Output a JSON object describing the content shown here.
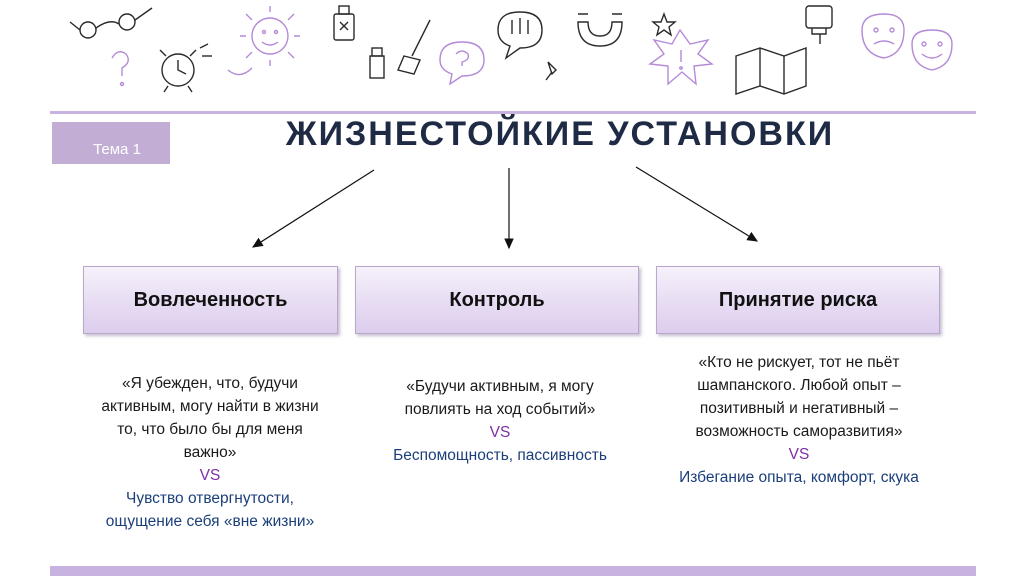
{
  "theme_tag": "Тема 1",
  "title": "ЖИЗНЕСТОЙКИЕ УСТАНОВКИ",
  "columns": [
    {
      "heading": "Вовлеченность",
      "quote": "«Я убежден, что, будучи активным, могу найти в жизни то, что было бы для меня важно»",
      "vs": "VS",
      "opposite": "Чувство отвергнутости, ощущение себя «вне жизни»"
    },
    {
      "heading": "Контроль",
      "quote": "«Будучи активным, я могу повлиять на ход событий»",
      "vs": "VS",
      "opposite": "Беспомощность, пассивность"
    },
    {
      "heading": "Принятие риска",
      "quote": "«Кто не рискует, тот не пьёт шампанского. Любой опыт – позитивный и негативный – возможность саморазвития»",
      "vs": "VS",
      "opposite": "Избегание опыта, комфорт, скука"
    }
  ],
  "colors": {
    "accent": "#c8b3e0",
    "tag_bg": "#c2aed4",
    "title": "#1f2a44",
    "vs": "#7e2fa6",
    "opposite": "#1b3f7a"
  },
  "doodle_icons": [
    "glasses-icon",
    "question-mark-icon",
    "alarm-clock-icon",
    "sun-face-icon",
    "bottle-icon",
    "glue-icon",
    "brush-icon",
    "speech-bubble-question-icon",
    "exclamation-bubble-icon",
    "pushpin-icon",
    "magnet-icon",
    "burst-exclamation-icon",
    "star-icon",
    "map-icon",
    "marker-pen-icon",
    "theater-masks-icon"
  ]
}
